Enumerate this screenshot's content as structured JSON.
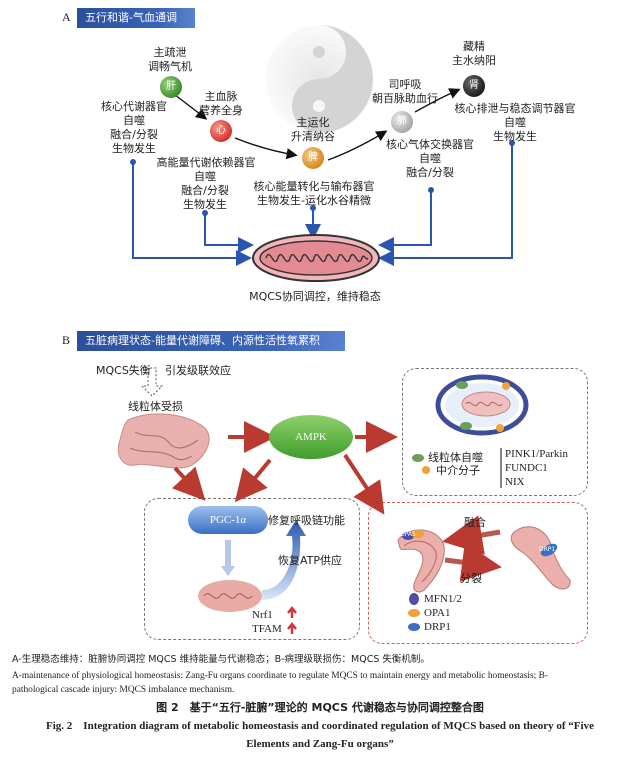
{
  "section_a": {
    "label": "A",
    "banner": "五行和谐-气血通调",
    "liver": {
      "glyph": "肝",
      "func1": "主疏泄",
      "func2": "调畅气机",
      "role1": "核心代谢器官",
      "role2": "自噬",
      "role3": "融合/分裂",
      "role4": "生物发生"
    },
    "heart": {
      "glyph": "心",
      "func1": "主血脉",
      "func2": "营养全身",
      "role1": "高能量代谢依赖器官",
      "role2": "自噬",
      "role3": "融合/分裂",
      "role4": "生物发生"
    },
    "spleen": {
      "glyph": "脾",
      "func1": "主运化",
      "func2": "升清纳谷",
      "role1": "核心能量转化与输布器官",
      "role2": "生物发生-运化水谷精微"
    },
    "lung": {
      "glyph": "肺",
      "func1": "司呼吸",
      "func2": "朝百脉助血行",
      "role1": "核心气体交换器官",
      "role2": "自噬",
      "role3": "融合/分裂"
    },
    "kidney": {
      "glyph": "肾",
      "func1": "藏精",
      "func2": "主水纳阳",
      "role1": "核心排泄与稳态调节器官",
      "role2": "自噬",
      "role3": "生物发生"
    },
    "center_label": "MQCS协同调控，维持稳态"
  },
  "section_b": {
    "label": "B",
    "banner": "五脏病理状态-能量代谢障碍、内源性活性氧累积",
    "imbalance": "MQCS失衡",
    "cascade": "引发级联效应",
    "damaged": "线粒体受损",
    "ampk": "AMPK",
    "mitophagy": "线粒体自噬",
    "mediators": "中介分子",
    "pink": "PINK1/Parkin",
    "fundc": "FUNDC1",
    "nix": "NIX",
    "pgc": "PGC-1α",
    "repair": "修复呼吸链功能",
    "restore": "恢复ATP供应",
    "nrf": "Nrf1",
    "tfam": "TFAM",
    "fusion": "融合",
    "fission": "分裂",
    "opa_tag": "OPA1",
    "drp_tag": "DRP1",
    "mfn": "MFN1/2",
    "opa": "OPA1",
    "drp": "DRP1"
  },
  "caption": {
    "cn_note": "A-生理稳态维持：脏腑协同调控 MQCS 维持能量与代谢稳态；B-病理级联损伤：MQCS 失衡机制。",
    "en_note1": "A-maintenance of physiological homeostasis: Zang-Fu organs coordinate to regulate MQCS to maintain energy and metabolic homeostasis; B-",
    "en_note2": "pathological cascade injury: MQCS imbalance mechanism.",
    "fig_cn": "图 2　基于“五行-脏腑”理论的 MQCS 代谢稳态与协同调控整合图",
    "fig_en1": "Fig. 2　Integration diagram of metabolic homeostasis and coordinated regulation of MQCS based on theory of “Five",
    "fig_en2": "Elements and Zang-Fu organs”"
  },
  "colors": {
    "liver": "#3c8f2c",
    "heart": "#d9332b",
    "spleen": "#d98a1c",
    "lung": "#a8a8a8",
    "kidney": "#2a2a2a",
    "blue": "#2a56b0",
    "red": "#b83a30"
  }
}
